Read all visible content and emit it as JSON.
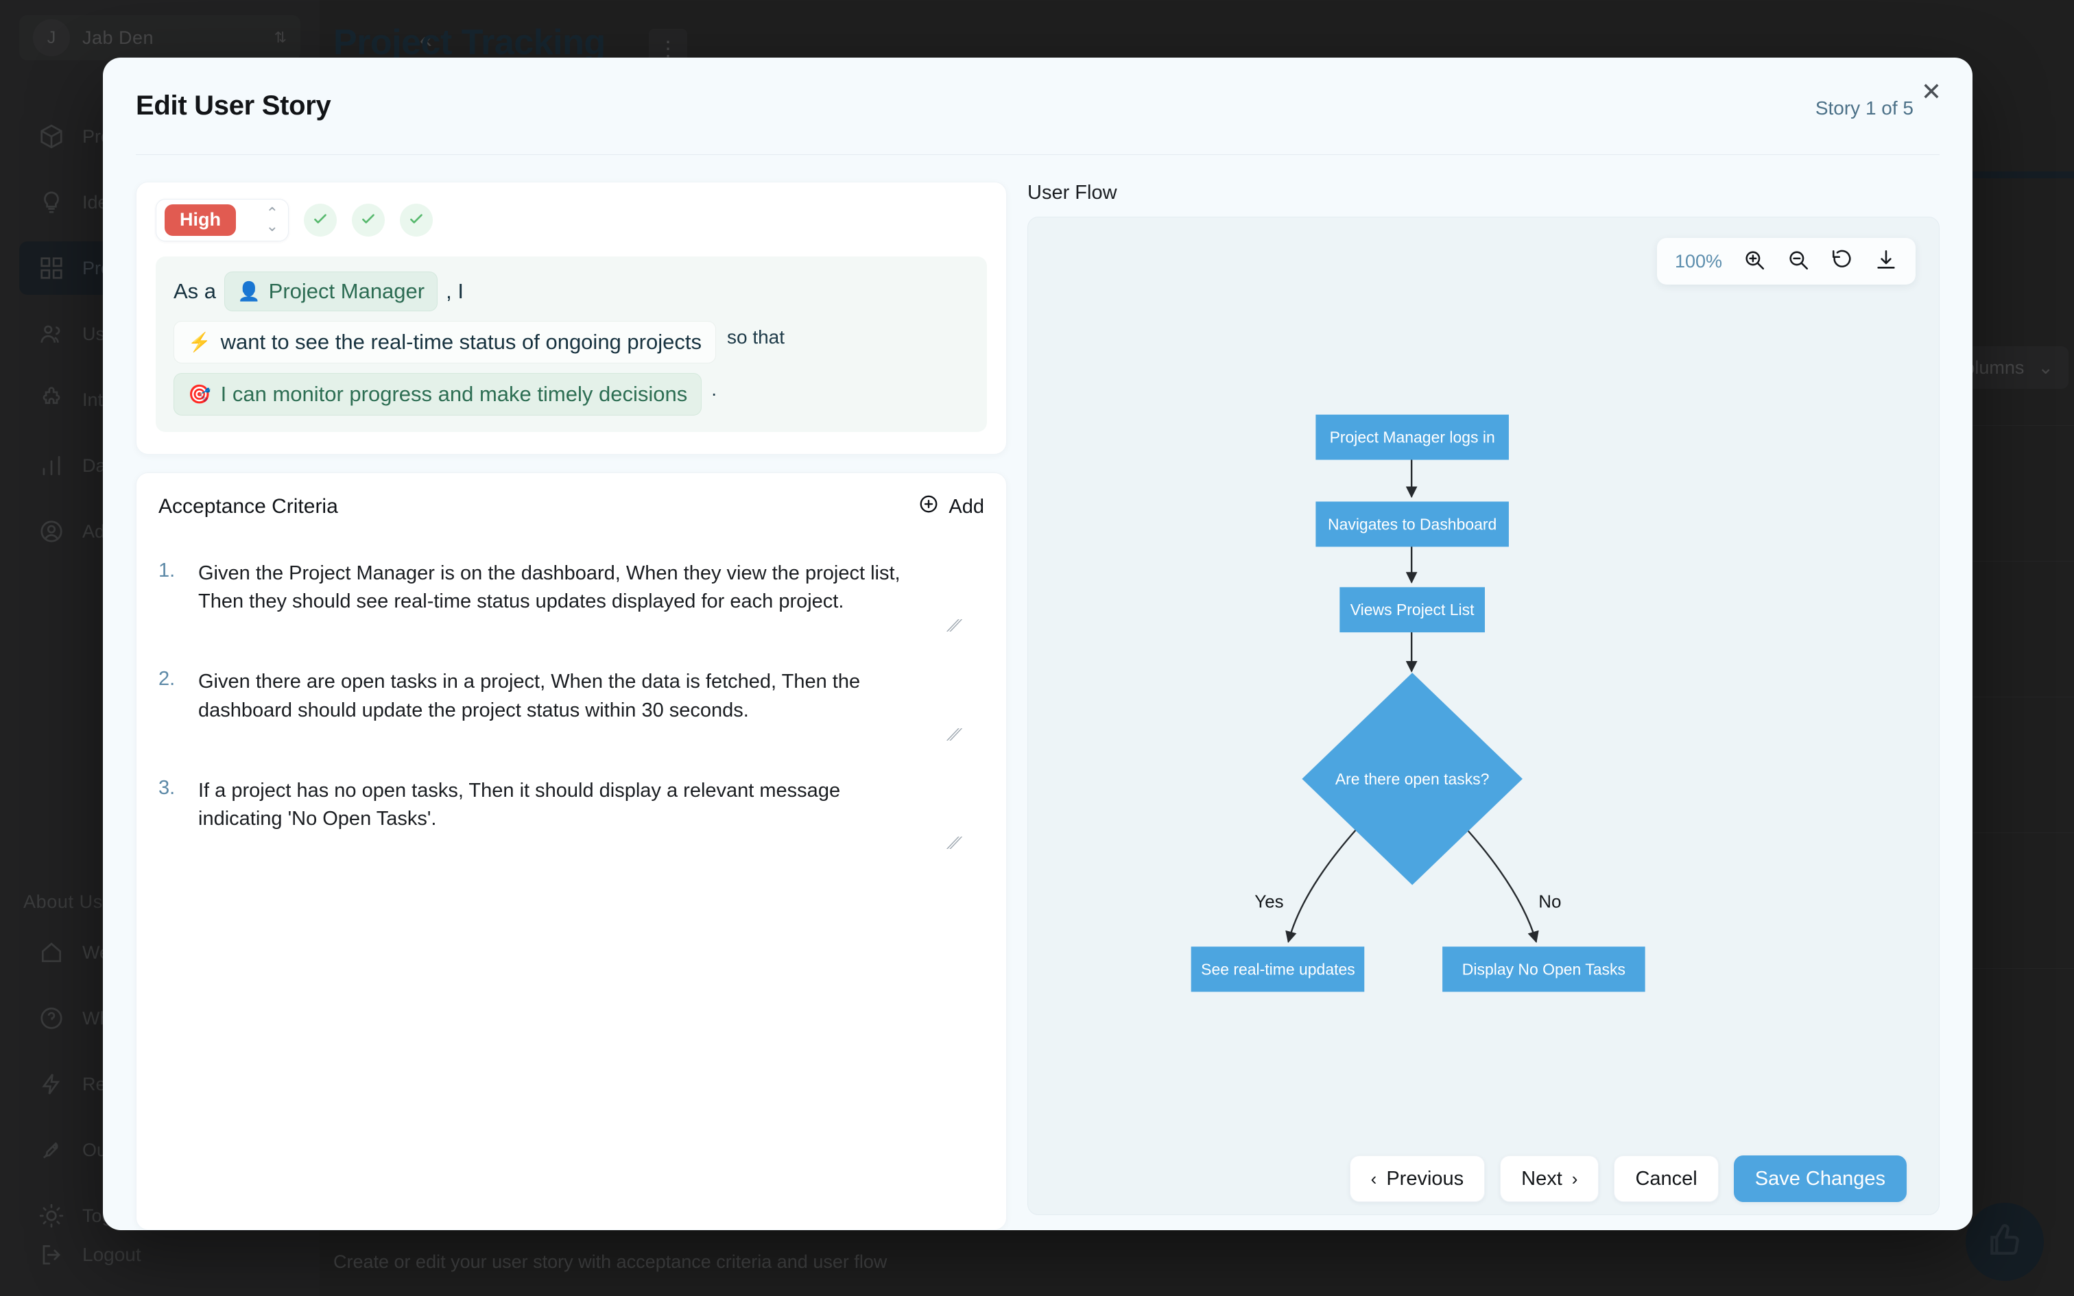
{
  "background": {
    "workspace": {
      "avatar_initial": "J",
      "name": "Jab Den",
      "chevron": "⌃⌄",
      "collapse": "«"
    },
    "nav_items": [
      {
        "label": "Products",
        "icon": "cube-icon",
        "active": false
      },
      {
        "label": "Ideas",
        "icon": "lightbulb-icon",
        "active": false
      },
      {
        "label": "Projects",
        "icon": "grid-icon",
        "active": true
      },
      {
        "label": "Users",
        "icon": "users-icon",
        "active": false
      },
      {
        "label": "Integrations",
        "icon": "puzzle-icon",
        "active": false
      },
      {
        "label": "Dashboard",
        "icon": "bar-chart-icon",
        "active": false
      },
      {
        "label": "Admin",
        "icon": "user-circle-icon",
        "active": false
      }
    ],
    "section_label": "About Us",
    "nav_items_2": [
      {
        "label": "Welcome",
        "icon": "home-icon"
      },
      {
        "label": "What's New",
        "icon": "question-circle-icon"
      },
      {
        "label": "Releases",
        "icon": "lightning-icon"
      },
      {
        "label": "Our Mission",
        "icon": "rocket-icon"
      },
      {
        "label": "Toggle Theme",
        "icon": "sun-icon"
      }
    ],
    "logout_label": "Logout",
    "page_title": "Project Tracking",
    "page_menu": "⋮",
    "page_subtitle": "Create or edit your user story with acceptance criteria and user flow",
    "columns_button": "Columns",
    "row_menu": "···",
    "fab_icon": "thumbs-up-icon"
  },
  "modal": {
    "title": "Edit User Story",
    "counter": "Story 1 of 5",
    "close_icon": "close-icon",
    "priority": {
      "value": "High",
      "chevron_icon": "chevron-updown-icon"
    },
    "check_badges": [
      "check-icon",
      "check-icon",
      "check-icon"
    ],
    "story": {
      "prefix": "As a",
      "role": "Project Manager",
      "role_emoji": "👤",
      "after_role": ", I",
      "want_emoji": "⚡",
      "want": "want to see the real-time status of ongoing projects",
      "connector": "so that",
      "benefit_emoji": "🎯",
      "benefit": "I can monitor progress and make timely decisions",
      "period": "."
    },
    "acceptance": {
      "title": "Acceptance Criteria",
      "add_label": "Add",
      "add_icon": "plus-circle-icon",
      "items": [
        {
          "num": "1.",
          "text": "Given the Project Manager is on the dashboard, When they view the project list, Then they should see real-time status updates displayed for each project."
        },
        {
          "num": "2.",
          "text": "Given there are open tasks in a project, When the data is fetched, Then the dashboard should update the project status within 30 seconds."
        },
        {
          "num": "3.",
          "text": "If a project has no open tasks, Then it should display a relevant message indicating 'No Open Tasks'."
        }
      ]
    },
    "flow": {
      "label": "User Flow",
      "zoom_level": "100%",
      "toolbar_icons": [
        "zoom-in-icon",
        "zoom-out-icon",
        "reset-icon",
        "download-icon"
      ],
      "nodes": [
        {
          "id": "n1",
          "label": "Project Manager logs in",
          "shape": "rect"
        },
        {
          "id": "n2",
          "label": "Navigates to Dashboard",
          "shape": "rect"
        },
        {
          "id": "n3",
          "label": "Views Project List",
          "shape": "rect"
        },
        {
          "id": "n4",
          "label": "Are there open tasks?",
          "shape": "diamond"
        },
        {
          "id": "n5",
          "label": "See real-time updates",
          "shape": "rect"
        },
        {
          "id": "n6",
          "label": "Display No Open Tasks",
          "shape": "rect"
        }
      ],
      "edges": [
        {
          "from": "n1",
          "to": "n2",
          "label": ""
        },
        {
          "from": "n2",
          "to": "n3",
          "label": ""
        },
        {
          "from": "n3",
          "to": "n4",
          "label": ""
        },
        {
          "from": "n4",
          "to": "n5",
          "label": "Yes"
        },
        {
          "from": "n4",
          "to": "n6",
          "label": "No"
        }
      ],
      "node_color": "#4ca5e0"
    },
    "footer": {
      "previous": "Previous",
      "next": "Next",
      "cancel": "Cancel",
      "save": "Save Changes",
      "prev_chevron": "‹",
      "next_chevron": "›"
    }
  }
}
